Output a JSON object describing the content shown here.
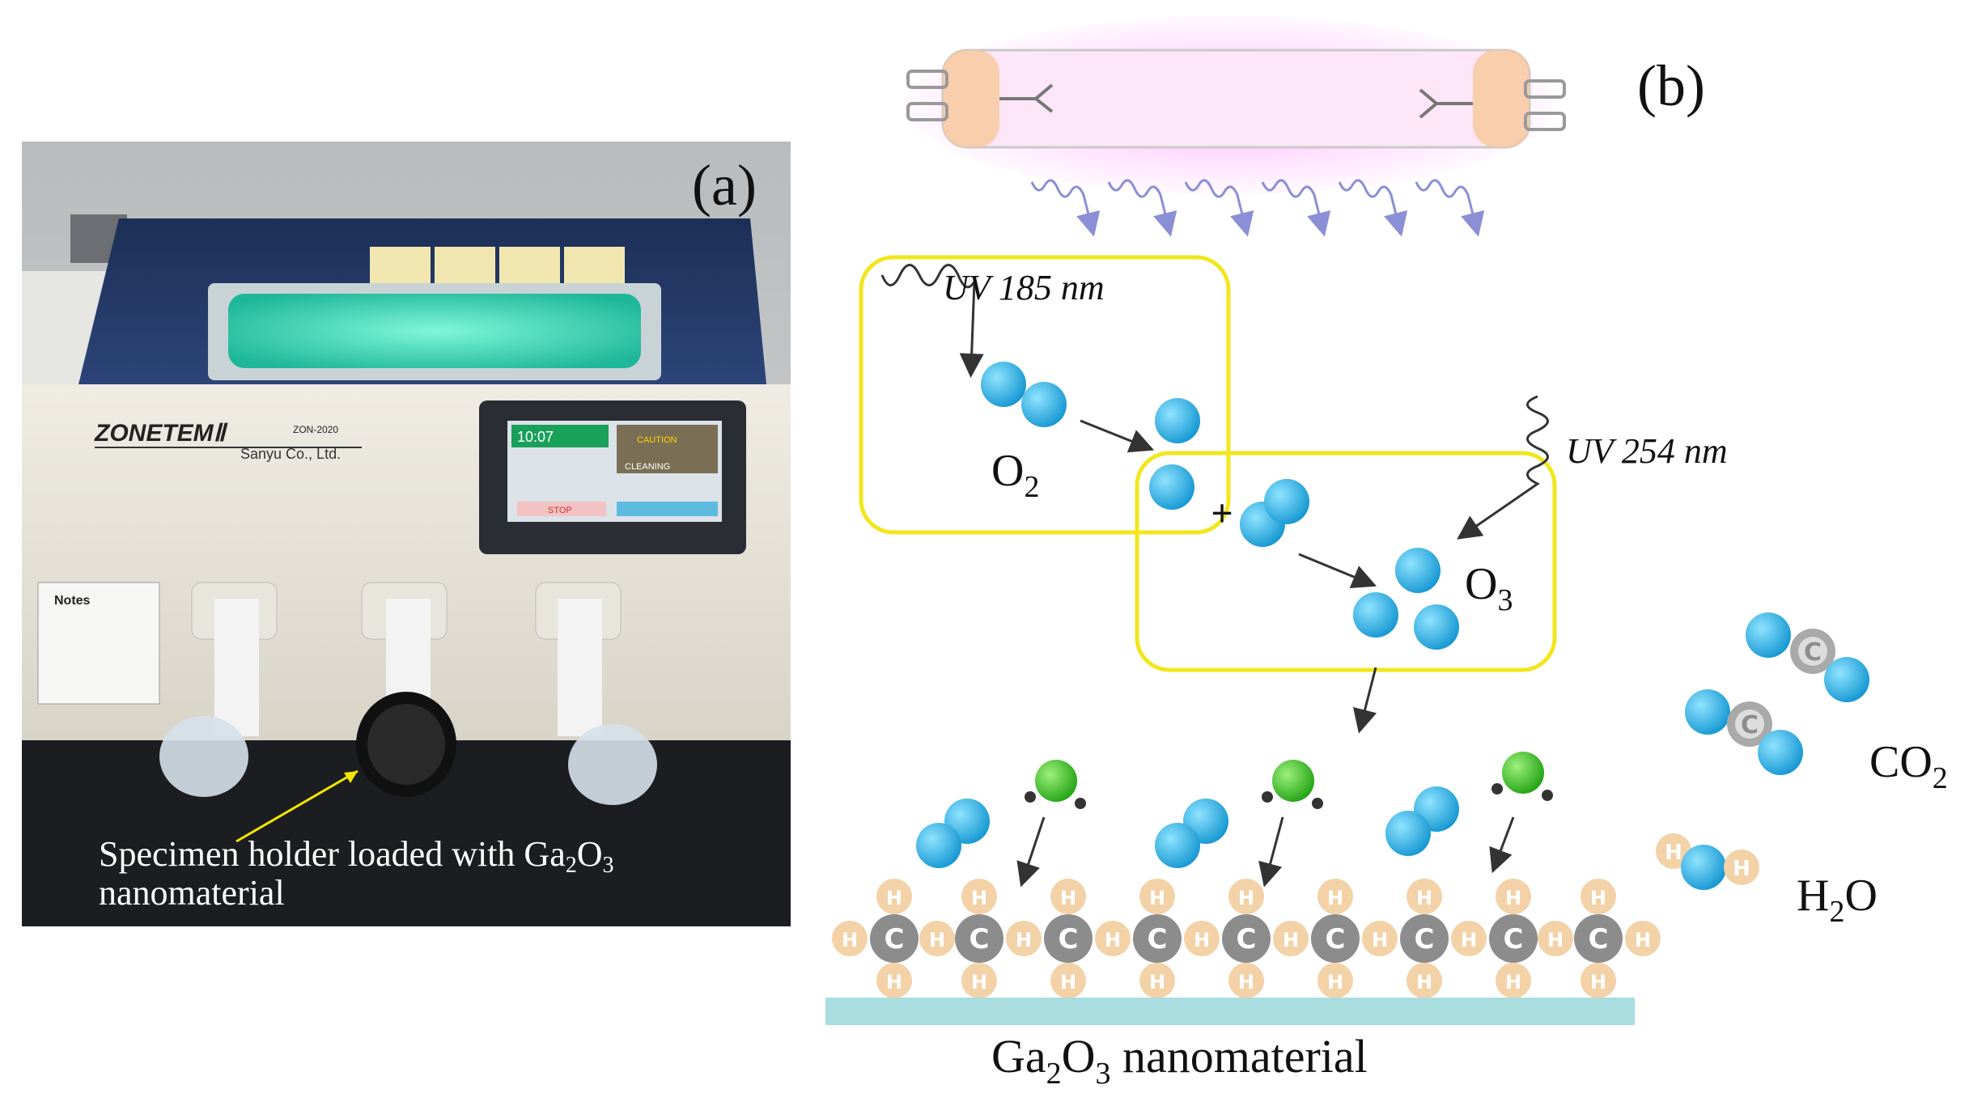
{
  "panel_a": {
    "label": "(a)",
    "device_brand": "ZONETEM",
    "device_brand_suffix": "Ⅱ",
    "device_model": "ZON-2020",
    "device_maker": "Sanyu Co., Ltd.",
    "screen_time": "10:07",
    "screen_caution": "CAUTION",
    "screen_status": "CLEANING",
    "screen_stop": "STOP",
    "notes_title": "Notes",
    "specimen_line1_prefix": "Specimen holder loaded with  Ga",
    "specimen_sub1": "2",
    "specimen_mid": "O",
    "specimen_sub2": "3",
    "specimen_line2": "nanomaterial"
  },
  "panel_b": {
    "label": "(b)",
    "uv185": "UV 185 nm",
    "uv254": "UV 254 nm",
    "o2": "O",
    "o2_sub": "2",
    "o3": "O",
    "o3_sub": "3",
    "co2": "CO",
    "co2_sub": "2",
    "h2o_h": "H",
    "h2o_sub": "2",
    "h2o_o": "O",
    "substrate_ga": "Ga",
    "substrate_sub1": "2",
    "substrate_o": "O",
    "substrate_sub2": "3",
    "substrate_rest": " nanomaterial",
    "plus": "+",
    "atom_c": "C",
    "atom_h": "H"
  },
  "colors": {
    "oxygen": "#2aa9df",
    "radical": "#3fbf2a",
    "carbon": "#8c8c8c",
    "hydrogen": "#f3d2a8",
    "box": "#f2e61c",
    "substrate": "#a9dde0",
    "uv_wave": "#8b8fd6"
  }
}
